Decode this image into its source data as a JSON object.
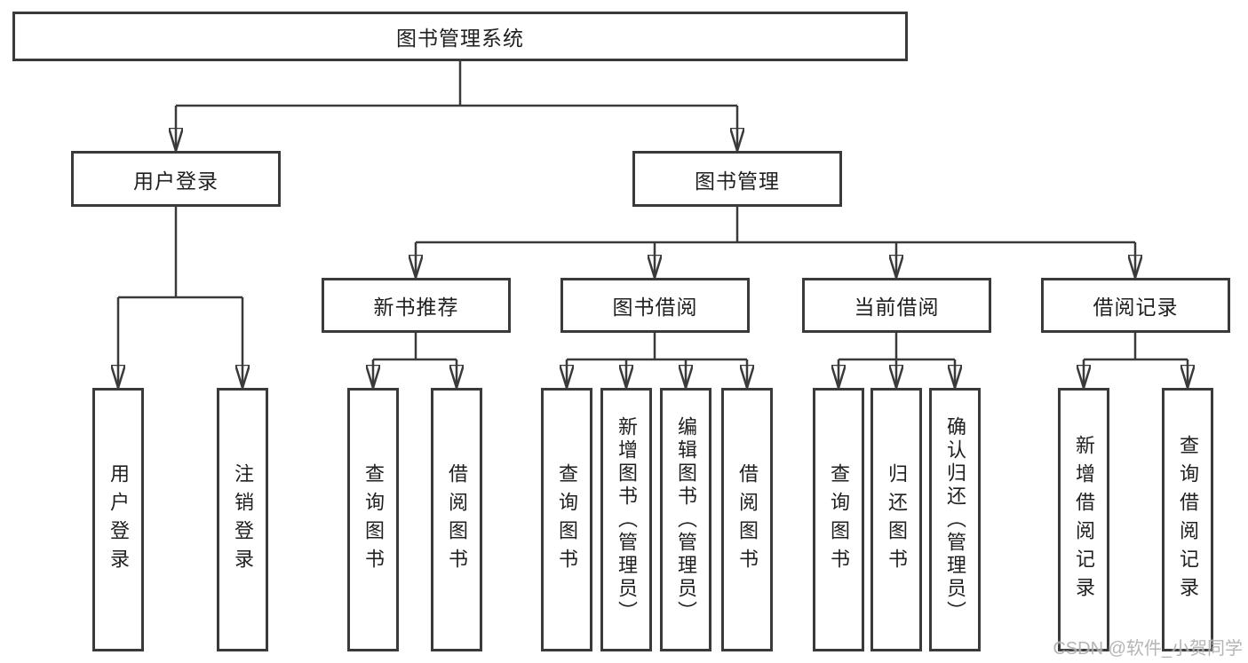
{
  "watermark": "CSDN @软件_小贺同学",
  "colors": {
    "line": "#3a3a3a",
    "text": "#202020",
    "background": "#ffffff",
    "watermark": "#a8a8a8"
  },
  "tree": {
    "label": "图书管理系统",
    "children": [
      {
        "label": "用户登录",
        "children": [
          "用户登录",
          "注销登录"
        ]
      },
      {
        "label": "图书管理",
        "children": [
          {
            "label": "新书推荐",
            "children": [
              "查询图书",
              "借阅图书"
            ]
          },
          {
            "label": "图书借阅",
            "children": [
              "查询图书",
              "新增图书（管理员）",
              "编辑图书（管理员）",
              "借阅图书"
            ]
          },
          {
            "label": "当前借阅",
            "children": [
              "查询图书",
              "归还图书",
              "确认归还（管理员）"
            ]
          },
          {
            "label": "借阅记录",
            "children": [
              "新增借阅记录",
              "查询借阅记录"
            ]
          }
        ]
      }
    ]
  }
}
